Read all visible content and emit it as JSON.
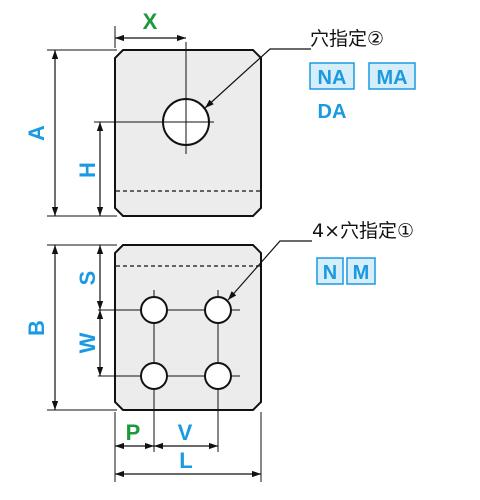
{
  "colors": {
    "plate_fill": "#ececec",
    "outline": "#111111",
    "dimension_cyan": "#1a9ae0",
    "dimension_green": "#1a9a3a",
    "code_box_fill": "#d6eefa",
    "code_box_border": "#1a9ae0"
  },
  "dimensions": {
    "x": "X",
    "a": "A",
    "h": "H",
    "b": "B",
    "s": "S",
    "w": "W",
    "p": "P",
    "v": "V",
    "l": "L"
  },
  "callouts": {
    "top_hole": {
      "text": "穴指定②",
      "codes": [
        "NA",
        "MA"
      ],
      "extra_code": "DA"
    },
    "bottom_holes": {
      "text": "4×穴指定①",
      "codes": [
        "N",
        "M"
      ]
    }
  }
}
